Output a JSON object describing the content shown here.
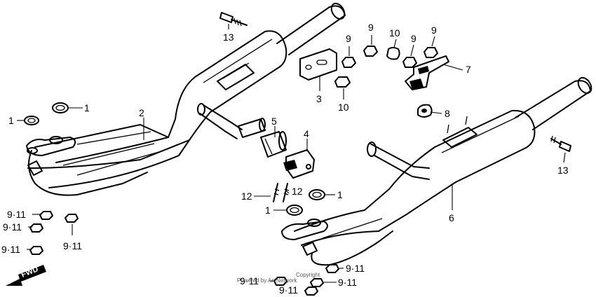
{
  "callouts": {
    "c1a": "1",
    "c1b": "1",
    "c1c": "1",
    "c1d": "1",
    "c2": "2",
    "c3": "3",
    "c4": "4",
    "c5": "5",
    "c6": "6",
    "c7": "7",
    "c8": "8",
    "c9a": "9",
    "c9b": "9",
    "c9c": "9",
    "c9d": "9",
    "c10a": "10",
    "c10b": "10",
    "c12a": "12",
    "c12b": "12",
    "c13a": "13",
    "c13b": "13",
    "c911a": "9·11",
    "c911b": "9·11",
    "c911c": "9·11",
    "c911d": "9·11",
    "c911e": "9·11",
    "c911f": "9·11",
    "c911g": "9·11",
    "c911h": "9·11"
  },
  "fwd_label": "FWD",
  "copyright": {
    "line1": "Copyright",
    "line2": "Powered by Ari Network"
  }
}
